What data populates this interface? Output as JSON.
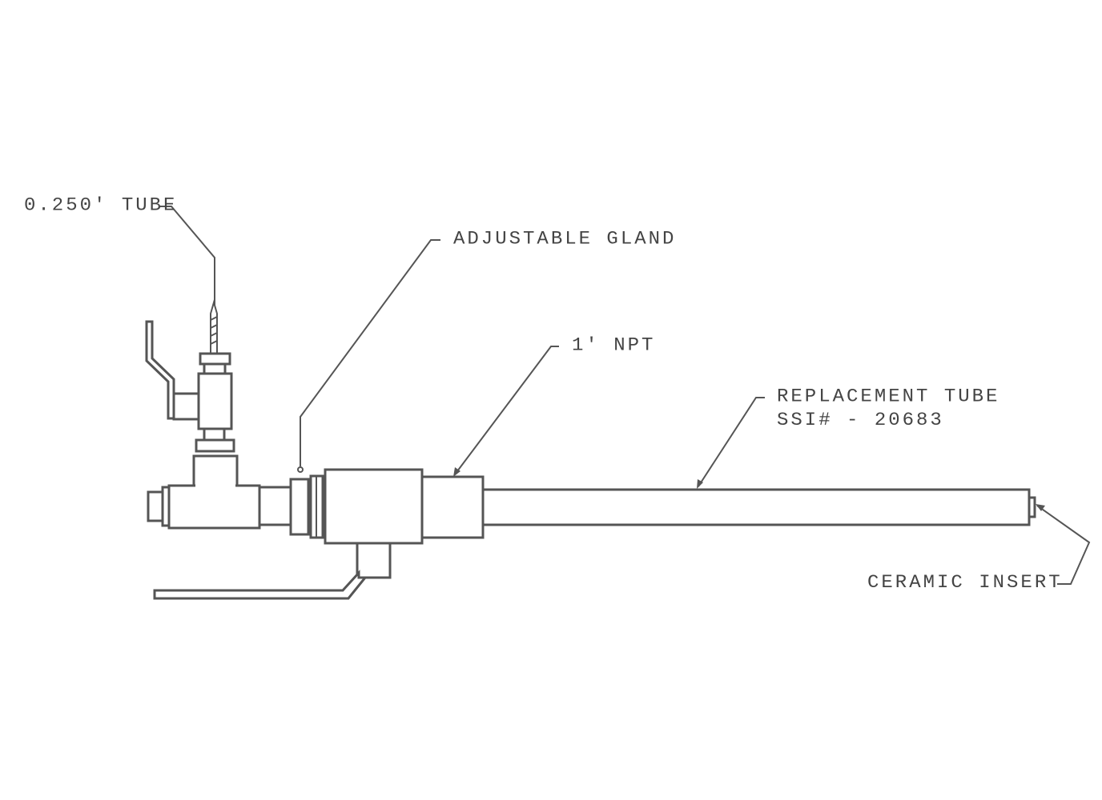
{
  "diagram": {
    "labels": {
      "tube": "0.250' TUBE",
      "gland": "ADJUSTABLE GLAND",
      "npt": "1' NPT",
      "replacement_line1": "REPLACEMENT TUBE",
      "replacement_line2": "SSI# - 20683",
      "ceramic": "CERAMIC INSERT"
    }
  }
}
